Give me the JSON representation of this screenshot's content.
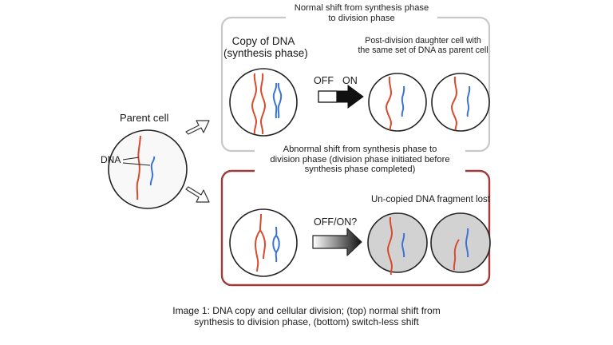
{
  "colors": {
    "red_strand": "#d84a2c",
    "blue_strand": "#3b73d4",
    "top_border": "#c8c8c8",
    "bottom_border": "#9e3b3b",
    "lost_cell_fill": "#d2d2d2"
  },
  "parent": {
    "label": "Parent cell",
    "dna_label": "DNA"
  },
  "top_panel": {
    "title_line1": "Normal shift from synthesis phase",
    "title_line2": "to division phase",
    "copy_line1": "Copy of DNA",
    "copy_line2": "(synthesis phase)",
    "off_label": "OFF",
    "on_label": "ON",
    "daughter_line1": "Post-division daughter cell with",
    "daughter_line2": "the same set of DNA as parent cell"
  },
  "bottom_panel": {
    "title_line1": "Abnormal shift from synthesis phase to",
    "title_line2": "division phase (division phase initiated before",
    "title_line3": "synthesis phase completed)",
    "switch_label": "OFF/ON?",
    "lost_label": "Un-copied DNA fragment lost"
  },
  "caption": {
    "line1": "Image 1: DNA copy and cellular division; (top) normal shift from",
    "line2": "synthesis to division phase, (bottom) switch-less shift"
  }
}
